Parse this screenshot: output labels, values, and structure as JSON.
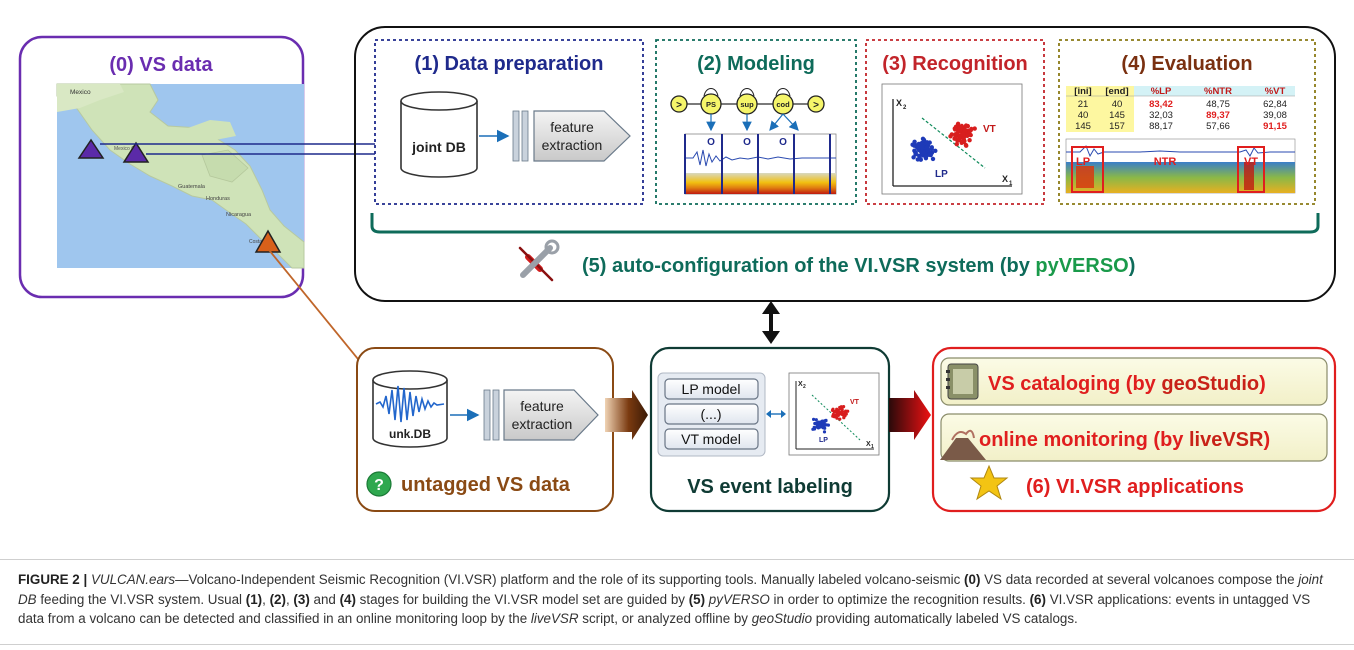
{
  "vs_data": {
    "title": "(0) VS data",
    "map_labels": [
      "Mexico",
      "Mexico City",
      "Guatemala",
      "Honduras",
      "Nicaragua",
      "Costa Rica"
    ]
  },
  "stage1": {
    "title": "(1) Data preparation",
    "db_label": "joint DB",
    "feature_line1": "feature",
    "feature_line2": "extraction"
  },
  "stage2": {
    "title": "(2) Modeling",
    "states": [
      "PS",
      "sup",
      "cod"
    ],
    "obs": [
      "O",
      "O",
      "O"
    ]
  },
  "stage3": {
    "title": "(3) Recognition",
    "label_vt": "VT",
    "label_lp": "LP",
    "axis_x": "X",
    "axis_x_sub": "1",
    "axis_y": "X",
    "axis_y_sub": "2"
  },
  "stage4": {
    "title": "(4) Evaluation",
    "table": {
      "headers": [
        "[ini]",
        "[end]",
        "%LP",
        "%NTR",
        "%VT"
      ],
      "rows": [
        [
          "21",
          "40",
          "83,42",
          "48,75",
          "62,84"
        ],
        [
          "40",
          "145",
          "32,03",
          "89,37",
          "39,08"
        ],
        [
          "145",
          "157",
          "88,17",
          "57,66",
          "91,15"
        ]
      ]
    },
    "spectrogram_labels": [
      "LP",
      "NTR",
      "VT"
    ]
  },
  "stage5": {
    "title_prefix": "(5) auto-configuration of the VI.VSR system (by ",
    "tool": "pyVERSO",
    "title_suffix": ")"
  },
  "untagged": {
    "db_label": "unk.DB",
    "feature_line1": "feature",
    "feature_line2": "extraction",
    "title": "untagged VS data"
  },
  "labeling": {
    "models": [
      "LP model",
      "(...)",
      "VT  model"
    ],
    "title": "VS event labeling"
  },
  "applications": {
    "app1_prefix": "VS cataloging (by ",
    "app1_tool": "geoStudio",
    "app1_suffix": ")",
    "app2_prefix": "online monitoring (by ",
    "app2_tool": "liveVSR",
    "app2_suffix": ")",
    "title": "(6) VI.VSR applications"
  },
  "caption": {
    "figure_label": "FIGURE 2 |",
    "name": "VULCAN.ears",
    "seg1": "—Volcano-Independent Seismic Recognition (VI.VSR) platform and the role of its supporting tools. Manually labeled volcano-seismic ",
    "b0": "(0)",
    "seg2": " VS data recorded at several volcanoes compose the ",
    "joint": "joint DB",
    "seg3": " feeding the VI.VSR system. Usual ",
    "b1": "(1)",
    "c1": ", ",
    "b2": "(2)",
    "c2": ", ",
    "b3": "(3)",
    "c3": " and ",
    "b4": "(4)",
    "seg4": " stages for building the VI.VSR model set are guided by ",
    "b5": "(5)",
    "sp5": " ",
    "pyverso": "pyVERSO",
    "seg5": " in order to optimize the recognition results. ",
    "b6": "(6)",
    "seg6": " VI.VSR applications: events in untagged VS data from a volcano can be detected and classified in an online monitoring loop by the ",
    "livevsr": "liveVSR",
    "seg7": " script, or analyzed offline by ",
    "geostudio": "geoStudio",
    "seg8": " providing automatically labeled VS catalogs."
  },
  "colors": {
    "purple": "#6a2db0",
    "navy": "#1f2a8c",
    "teal": "#0e6b5a",
    "red": "#d8262a",
    "olive": "#7a6a10",
    "brown": "#8a4a14",
    "app_red": "#e01e1e"
  }
}
